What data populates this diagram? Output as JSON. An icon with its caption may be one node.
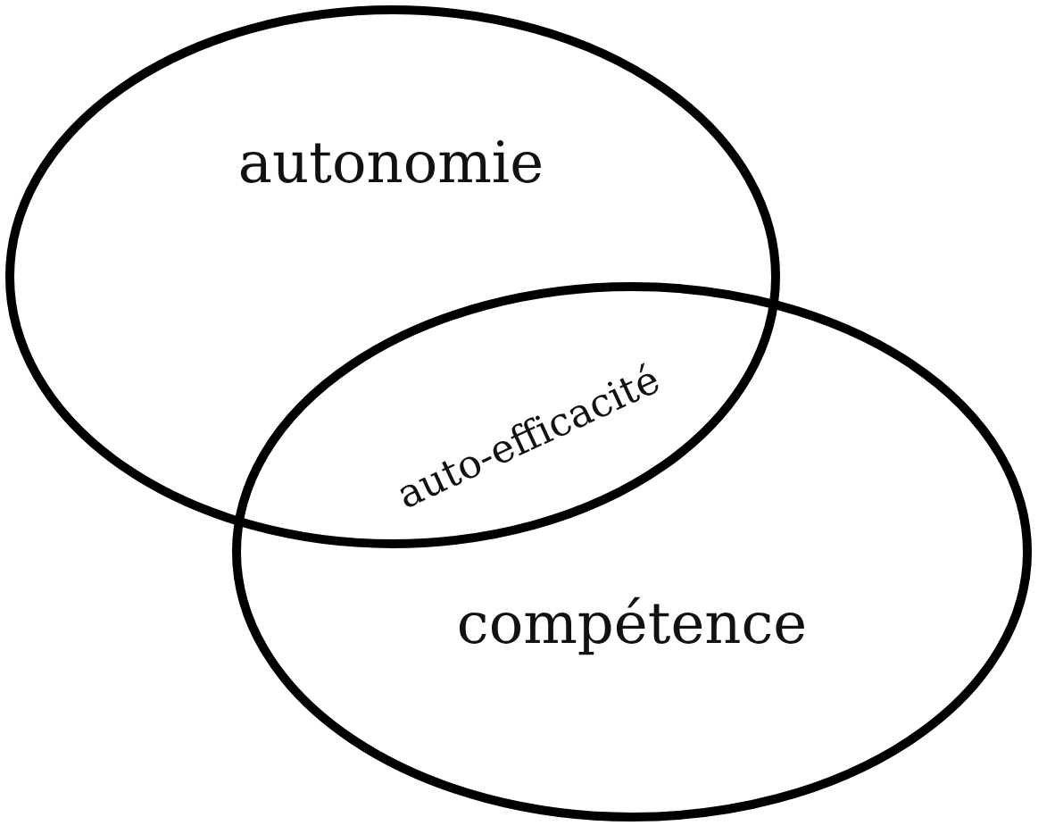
{
  "diagram": {
    "nodes": [
      {
        "text": [
          "autonomie"
        ]
      },
      {
        "text": [
          "compétence"
        ]
      }
    ],
    "labels": [
      "auto-efficacité"
    ]
  }
}
